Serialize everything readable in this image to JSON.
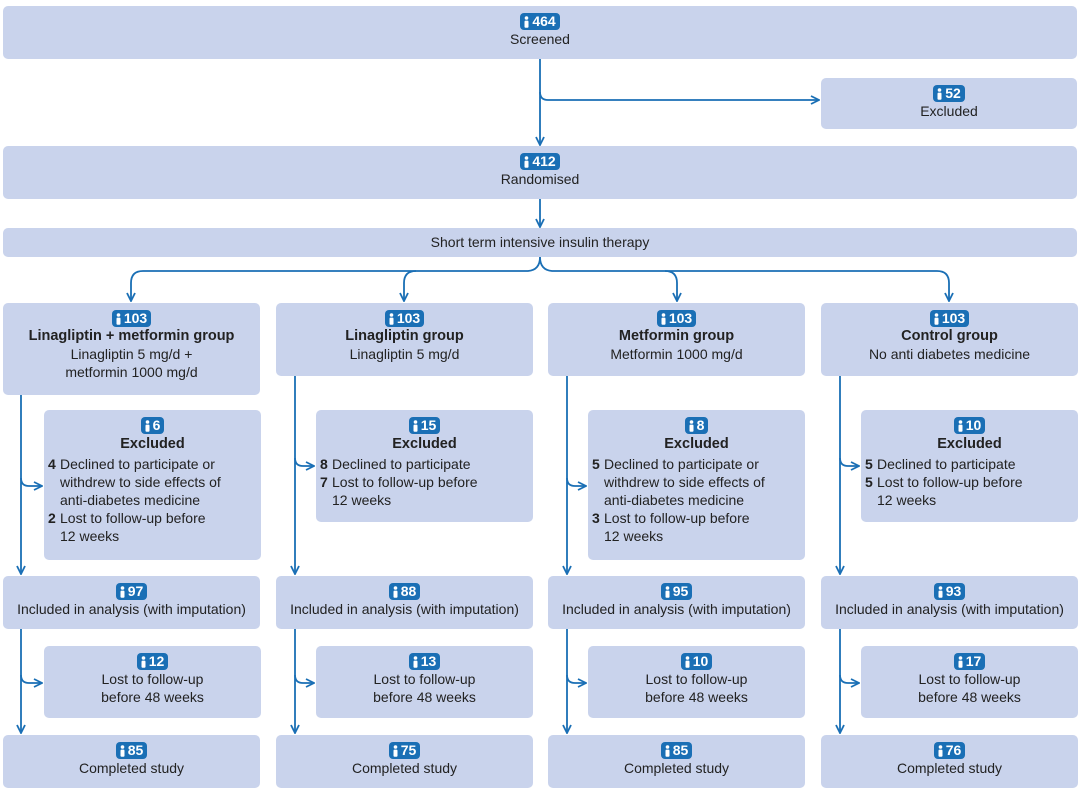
{
  "top": [
    {
      "n": "464",
      "label": "Screened"
    },
    {
      "n": "52",
      "label": "Excluded"
    },
    {
      "n": "412",
      "label": "Randomised"
    }
  ],
  "therapy": "Short term intensive insulin therapy",
  "groups": [
    {
      "n": "103",
      "name": "Linagliptin + metformin group",
      "desc1": "Linagliptin 5 mg/d +",
      "desc2": "metformin 1000 mg/d",
      "excluded": {
        "n": "6",
        "label": "Excluded",
        "items": [
          {
            "k": "4",
            "lines": [
              "Declined to participate or",
              "withdrew to side effects of",
              "anti-diabetes medicine"
            ]
          },
          {
            "k": "2",
            "lines": [
              "Lost to follow-up before",
              "12 weeks"
            ]
          }
        ]
      },
      "analysis": {
        "n": "97",
        "label": "Included in analysis (with imputation)"
      },
      "lost": {
        "n": "12",
        "line1": "Lost to follow-up",
        "line2": "before 48 weeks"
      },
      "completed": {
        "n": "85",
        "label": "Completed study"
      }
    },
    {
      "n": "103",
      "name": "Linagliptin group",
      "desc1": "Linagliptin 5 mg/d",
      "desc2": "",
      "excluded": {
        "n": "15",
        "label": "Excluded",
        "items": [
          {
            "k": "8",
            "lines": [
              "Declined to participate"
            ]
          },
          {
            "k": "7",
            "lines": [
              "Lost to follow-up before",
              "12 weeks"
            ]
          }
        ]
      },
      "analysis": {
        "n": "88",
        "label": "Included in analysis (with imputation)"
      },
      "lost": {
        "n": "13",
        "line1": "Lost to follow-up",
        "line2": "before 48 weeks"
      },
      "completed": {
        "n": "75",
        "label": "Completed study"
      }
    },
    {
      "n": "103",
      "name": "Metformin group",
      "desc1": "Metformin 1000 mg/d",
      "desc2": "",
      "excluded": {
        "n": "8",
        "label": "Excluded",
        "items": [
          {
            "k": "5",
            "lines": [
              "Declined to participate or",
              "withdrew to side effects of",
              "anti-diabetes medicine"
            ]
          },
          {
            "k": "3",
            "lines": [
              "Lost to follow-up before",
              "12 weeks"
            ]
          }
        ]
      },
      "analysis": {
        "n": "95",
        "label": "Included in analysis (with imputation)"
      },
      "lost": {
        "n": "10",
        "line1": "Lost to follow-up",
        "line2": "before 48 weeks"
      },
      "completed": {
        "n": "85",
        "label": "Completed study"
      }
    },
    {
      "n": "103",
      "name": "Control group",
      "desc1": "No anti diabetes medicine",
      "desc2": "",
      "excluded": {
        "n": "10",
        "label": "Excluded",
        "items": [
          {
            "k": "5",
            "lines": [
              "Declined to participate"
            ]
          },
          {
            "k": "5",
            "lines": [
              "Lost to follow-up before",
              "12 weeks"
            ]
          }
        ]
      },
      "analysis": {
        "n": "93",
        "label": "Included in analysis (with imputation)"
      },
      "lost": {
        "n": "17",
        "line1": "Lost to follow-up",
        "line2": "before 48 weeks"
      },
      "completed": {
        "n": "76",
        "label": "Completed study"
      }
    }
  ],
  "colors": {
    "box": "#c9d3ec",
    "arrow": "#1a6fb5",
    "badge": "#1a6fb5"
  },
  "icons": {
    "badge": "person-icon"
  }
}
